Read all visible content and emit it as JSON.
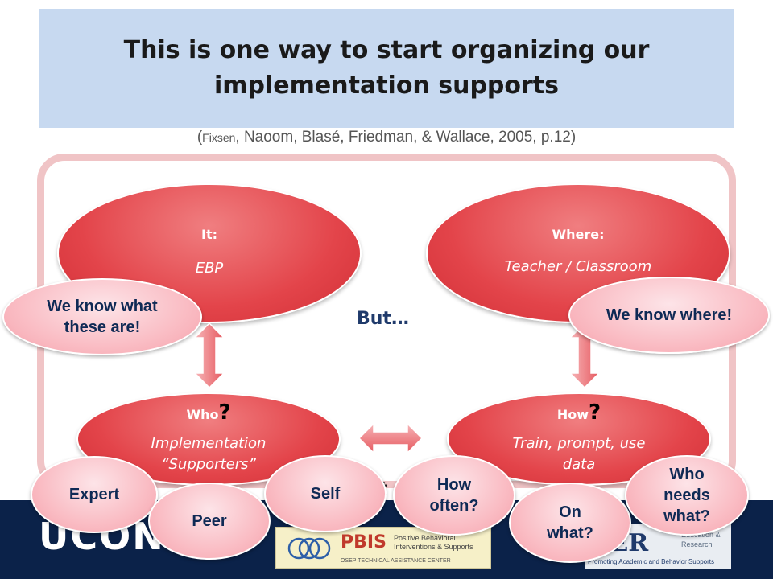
{
  "title": "This is one way to start organizing our implementation supports",
  "citation": {
    "open": "(",
    "first_author": "Fixsen",
    "rest": ", Naoom, Blasé, Friedman, & Wallace, 2005, p.12)"
  },
  "quadrants": {
    "it": {
      "label": "It:",
      "value": "EBP"
    },
    "where": {
      "label": "Where:",
      "value": "Teacher / Classroom"
    },
    "who": {
      "label": "Who",
      "question": "?",
      "value_line1": "Implementation",
      "value_line2": "“Supporters”"
    },
    "how": {
      "label": "How",
      "question": "?",
      "value_line1": "Train, prompt, use",
      "value_line2": "data"
    }
  },
  "but_text": "But…",
  "frame_text": "t",
  "bubbles": {
    "we_know_these": "We know what these are!",
    "we_know_where": "We know where!",
    "expert": "Expert",
    "peer": "Peer",
    "self": "Self",
    "how_often": "How often?",
    "on_what": "On what?",
    "who_needs_what": "Who needs what?"
  },
  "logos": {
    "uconn": "UCONN",
    "pbis_word": "PBIS",
    "pbis_line1": "Positive Behavioral",
    "pbis_line2": "Interventions & Supports",
    "pbis_sub": "OSEP TECHNICAL ASSISTANCE CENTER",
    "cber_word": "BER",
    "cber_line1": "Education &",
    "cber_line2": "Research",
    "cber_tag": "Promoting Academic and Behavior Supports"
  },
  "colors": {
    "title_bg": "#c7d9f0",
    "ellipse_red": "#e3444a",
    "bubble_pink": "#f9b6be",
    "frame_pink": "#f0c4c6",
    "footer_navy": "#0b2249"
  }
}
